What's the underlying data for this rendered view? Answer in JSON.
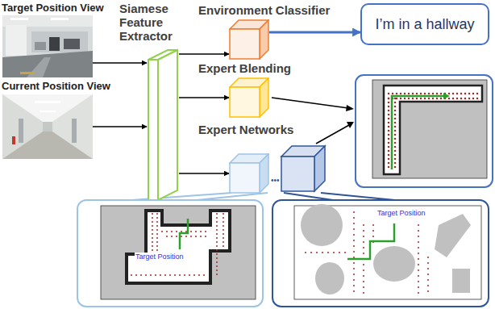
{
  "diagram": {
    "nodes": [
      {
        "text": [
          "Target Position View"
        ]
      },
      {
        "text": [
          "Current Position View"
        ]
      },
      {
        "text": [
          "Siamese Feature Extractor"
        ]
      },
      {
        "text": [
          "Environment Classifier"
        ]
      },
      {
        "text": [
          "Expert Blending"
        ]
      },
      {
        "text": [
          "Expert Networks"
        ]
      },
      {
        "text": [
          "I’m in a hallway"
        ]
      },
      {
        "text": [
          "Target Position"
        ]
      },
      {
        "text": [
          "Target Position"
        ]
      }
    ],
    "edges": [
      {
        "from": 0,
        "to": 2,
        "arrow": "to"
      },
      {
        "from": 1,
        "to": 2,
        "arrow": "to"
      },
      {
        "from": 2,
        "to": 3,
        "arrow": "to"
      },
      {
        "from": 2,
        "to": 4,
        "arrow": "to"
      },
      {
        "from": 2,
        "to": 5,
        "arrow": "to"
      },
      {
        "from": 3,
        "to": 6,
        "arrow": "to"
      }
    ],
    "labels": [
      "•••"
    ]
  }
}
